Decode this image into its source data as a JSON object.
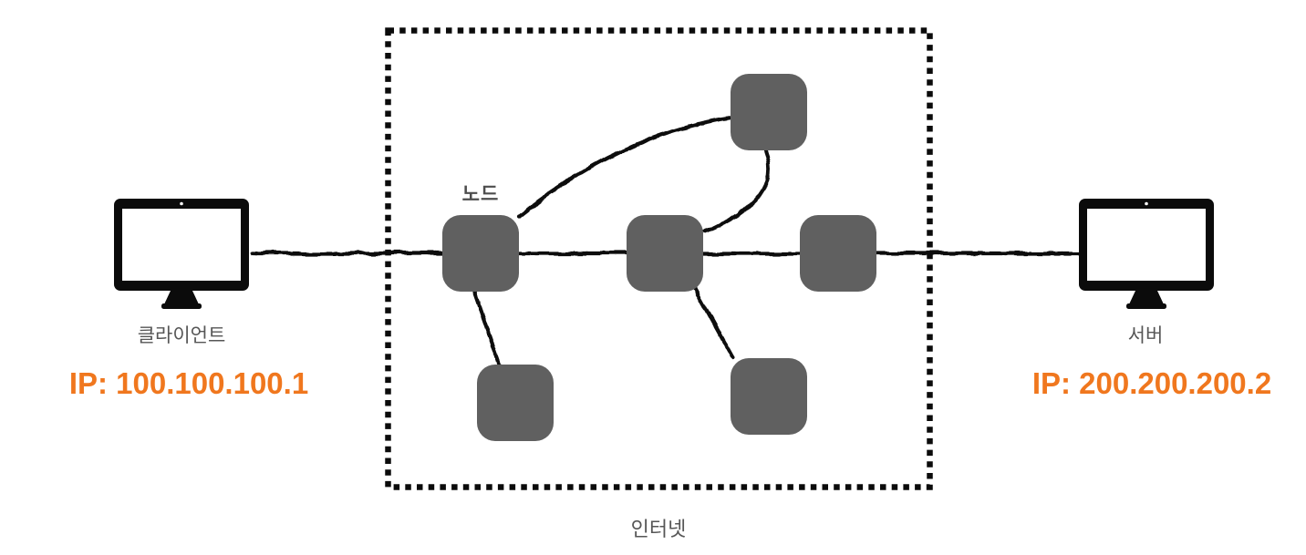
{
  "title": "client-internet-server network diagram",
  "client": {
    "label": "클라이언트",
    "ip": "IP: 100.100.100.1"
  },
  "server": {
    "label": "서버",
    "ip": "IP: 200.200.200.2"
  },
  "internet": {
    "label": "인터넷",
    "node_label": "노드",
    "node_count": 6
  },
  "diagram": {
    "type": "network-topology",
    "nodes": [
      "client",
      "node-1",
      "node-2",
      "node-3",
      "node-top",
      "node-bottom-left",
      "node-bottom-right",
      "server"
    ],
    "edges": [
      {
        "from": "client",
        "to": "node-1",
        "style": "straight"
      },
      {
        "from": "node-1",
        "to": "node-2",
        "style": "straight"
      },
      {
        "from": "node-2",
        "to": "node-3",
        "style": "straight"
      },
      {
        "from": "node-3",
        "to": "server",
        "style": "straight"
      },
      {
        "from": "node-1",
        "to": "node-top",
        "style": "curved"
      },
      {
        "from": "node-top",
        "to": "node-2",
        "style": "curved"
      },
      {
        "from": "node-1",
        "to": "node-bottom-left",
        "style": "straight"
      },
      {
        "from": "node-2",
        "to": "node-bottom-right",
        "style": "straight"
      }
    ],
    "boundary": "dotted-square"
  },
  "colors": {
    "background": "#ffffff",
    "node_fill": "#606060",
    "line": "#0f0f0f",
    "label_gray": "#565656",
    "ip_orange": "#f0771e",
    "monitor_black": "#0b0b0b"
  }
}
